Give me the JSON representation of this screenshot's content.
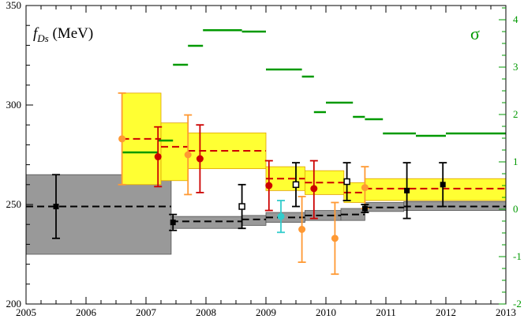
{
  "chart_data": {
    "type": "scatter",
    "title": "f_Ds (MeV)",
    "y2label": "σ",
    "xlim": [
      2005,
      2013
    ],
    "ylim": [
      200,
      350
    ],
    "y2lim": [
      -2,
      4.3
    ],
    "x_ticks": [
      "2005",
      "2006",
      "2007",
      "2008",
      "2009",
      "2010",
      "2011",
      "2012",
      "2013"
    ],
    "y_ticks": [
      "200",
      "250",
      "300",
      "350"
    ],
    "y2_ticks": [
      "-2",
      "-1",
      "0",
      "1",
      "2",
      "3",
      "4"
    ],
    "colors": {
      "gray_band": "#999999",
      "yellow_band": "#ffff33",
      "yellow_band_edge": "#e0a000",
      "red_dash": "#cc0000",
      "black": "#000000",
      "orange": "#ff9933",
      "red": "#cc0000",
      "cyan": "#33cccc",
      "green": "#009900"
    },
    "experiment_band": [
      {
        "x0": 2005.0,
        "x1": 2007.42,
        "mean": 249,
        "lo": 225,
        "hi": 265
      },
      {
        "x0": 2007.42,
        "x1": 2008.6,
        "mean": 241.5,
        "lo": 238,
        "hi": 244
      },
      {
        "x0": 2008.6,
        "x1": 2009.0,
        "mean": 242.5,
        "lo": 239.5,
        "hi": 244.5
      },
      {
        "x0": 2009.0,
        "x1": 2009.65,
        "mean": 243.5,
        "lo": 241,
        "hi": 246
      },
      {
        "x0": 2009.65,
        "x1": 2010.25,
        "mean": 244.5,
        "lo": 242,
        "hi": 247
      },
      {
        "x0": 2010.25,
        "x1": 2010.65,
        "mean": 245,
        "lo": 242,
        "hi": 248
      },
      {
        "x0": 2010.65,
        "x1": 2011.3,
        "mean": 248.5,
        "lo": 246.5,
        "hi": 251
      },
      {
        "x0": 2011.3,
        "x1": 2013.0,
        "mean": 249,
        "lo": 247,
        "hi": 251.5
      }
    ],
    "theory_band": [
      {
        "x0": 2006.6,
        "x1": 2007.25,
        "mean": 283,
        "lo": 260,
        "hi": 306
      },
      {
        "x0": 2007.25,
        "x1": 2007.7,
        "mean": 279,
        "lo": 262,
        "hi": 291
      },
      {
        "x0": 2007.7,
        "x1": 2009.0,
        "mean": 277,
        "lo": 268,
        "hi": 286
      },
      {
        "x0": 2009.0,
        "x1": 2009.65,
        "mean": 263,
        "lo": 257,
        "hi": 269
      },
      {
        "x0": 2009.65,
        "x1": 2010.3,
        "mean": 261,
        "lo": 255,
        "hi": 267
      },
      {
        "x0": 2010.3,
        "x1": 2010.65,
        "mean": 256,
        "lo": 251,
        "hi": 261
      },
      {
        "x0": 2010.65,
        "x1": 2013.0,
        "mean": 258,
        "lo": 252,
        "hi": 263
      }
    ],
    "sigma_segments": [
      {
        "x0": 2006.6,
        "x1": 2007.2,
        "value": 1.2
      },
      {
        "x0": 2007.2,
        "x1": 2007.45,
        "value": 1.45
      },
      {
        "x0": 2007.45,
        "x1": 2007.7,
        "value": 3.05
      },
      {
        "x0": 2007.7,
        "x1": 2007.95,
        "value": 3.45
      },
      {
        "x0": 2007.95,
        "x1": 2008.6,
        "value": 3.78
      },
      {
        "x0": 2008.6,
        "x1": 2009.0,
        "value": 3.75
      },
      {
        "x0": 2009.0,
        "x1": 2009.6,
        "value": 2.95
      },
      {
        "x0": 2009.6,
        "x1": 2009.8,
        "value": 2.8
      },
      {
        "x0": 2009.8,
        "x1": 2010.0,
        "value": 2.05
      },
      {
        "x0": 2010.0,
        "x1": 2010.45,
        "value": 2.25
      },
      {
        "x0": 2010.45,
        "x1": 2010.65,
        "value": 1.95
      },
      {
        "x0": 2010.65,
        "x1": 2010.95,
        "value": 1.9
      },
      {
        "x0": 2010.95,
        "x1": 2011.5,
        "value": 1.6
      },
      {
        "x0": 2011.5,
        "x1": 2012.0,
        "value": 1.55
      },
      {
        "x0": 2012.0,
        "x1": 2013.0,
        "value": 1.6
      }
    ],
    "points": [
      {
        "x": 2005.5,
        "y": 249,
        "lo": 233,
        "hi": 265,
        "marker": "square-filled",
        "color": "#000000"
      },
      {
        "x": 2006.6,
        "y": 283,
        "lo": 260,
        "hi": 306,
        "marker": "circle",
        "color": "#ff9933"
      },
      {
        "x": 2007.2,
        "y": 274,
        "lo": 259,
        "hi": 289,
        "marker": "circle",
        "color": "#cc0000"
      },
      {
        "x": 2007.45,
        "y": 241,
        "lo": 237,
        "hi": 245,
        "marker": "square-filled",
        "color": "#000000"
      },
      {
        "x": 2007.7,
        "y": 275,
        "lo": 255,
        "hi": 295,
        "marker": "circle",
        "color": "#ff9933"
      },
      {
        "x": 2007.9,
        "y": 273,
        "lo": 256,
        "hi": 290,
        "marker": "circle",
        "color": "#cc0000"
      },
      {
        "x": 2008.6,
        "y": 249,
        "lo": 238,
        "hi": 260,
        "marker": "square-open",
        "color": "#000000"
      },
      {
        "x": 2009.05,
        "y": 259.5,
        "lo": 247,
        "hi": 272,
        "marker": "circle",
        "color": "#cc0000"
      },
      {
        "x": 2009.25,
        "y": 244,
        "lo": 236,
        "hi": 252,
        "marker": "circle",
        "color": "#33cccc"
      },
      {
        "x": 2009.5,
        "y": 260,
        "lo": 249,
        "hi": 271,
        "marker": "square-open",
        "color": "#000000"
      },
      {
        "x": 2009.6,
        "y": 237.5,
        "lo": 221,
        "hi": 254,
        "marker": "circle",
        "color": "#ff9933"
      },
      {
        "x": 2009.8,
        "y": 258,
        "lo": 243,
        "hi": 272,
        "marker": "circle",
        "color": "#cc0000"
      },
      {
        "x": 2010.15,
        "y": 233,
        "lo": 215,
        "hi": 251,
        "marker": "circle",
        "color": "#ff9933"
      },
      {
        "x": 2010.35,
        "y": 261.5,
        "lo": 252,
        "hi": 271,
        "marker": "square-open",
        "color": "#000000"
      },
      {
        "x": 2010.65,
        "y": 258.5,
        "lo": 248,
        "hi": 269,
        "marker": "circle",
        "color": "#ff9933"
      },
      {
        "x": 2010.65,
        "y": 248,
        "lo": 246,
        "hi": 250,
        "marker": "square-filled",
        "color": "#000000"
      },
      {
        "x": 2011.35,
        "y": 257,
        "lo": 243,
        "hi": 271,
        "marker": "square-filled",
        "color": "#000000"
      },
      {
        "x": 2011.95,
        "y": 260,
        "lo": 249,
        "hi": 271,
        "marker": "square-filled",
        "color": "#000000"
      }
    ]
  }
}
